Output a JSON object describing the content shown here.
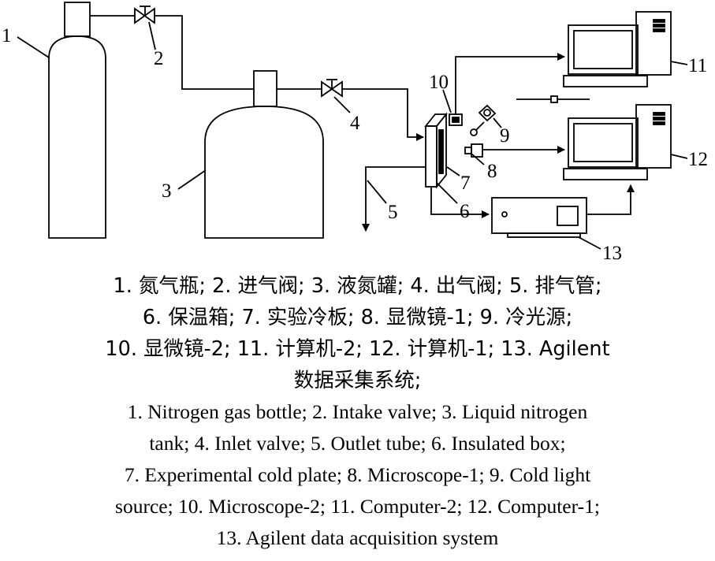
{
  "labels": {
    "n1": "1",
    "n2": "2",
    "n3": "3",
    "n4": "4",
    "n5": "5",
    "n6": "6",
    "n7": "7",
    "n8": "8",
    "n9": "9",
    "n10": "10",
    "n11": "11",
    "n12": "12",
    "n13": "13"
  },
  "caption": {
    "zh_lines": [
      "1. 氮气瓶; 2. 进气阀; 3. 液氮罐; 4. 出气阀; 5. 排气管;",
      "6. 保温箱; 7. 实验冷板; 8. 显微镜-1; 9. 冷光源;",
      "10. 显微镜-2; 11. 计算机-2; 12. 计算机-1; 13. Agilent",
      "数据采集系统;"
    ],
    "en_lines": [
      "1. Nitrogen gas bottle; 2. Intake valve; 3. Liquid nitrogen",
      "tank; 4. Inlet valve; 5. Outlet tube; 6. Insulated box;",
      "7. Experimental cold plate; 8. Microscope-1; 9. Cold light",
      "source; 10. Microscope-2; 11. Computer-2; 12. Computer-1;",
      "13. Agilent data acquisition system"
    ]
  }
}
